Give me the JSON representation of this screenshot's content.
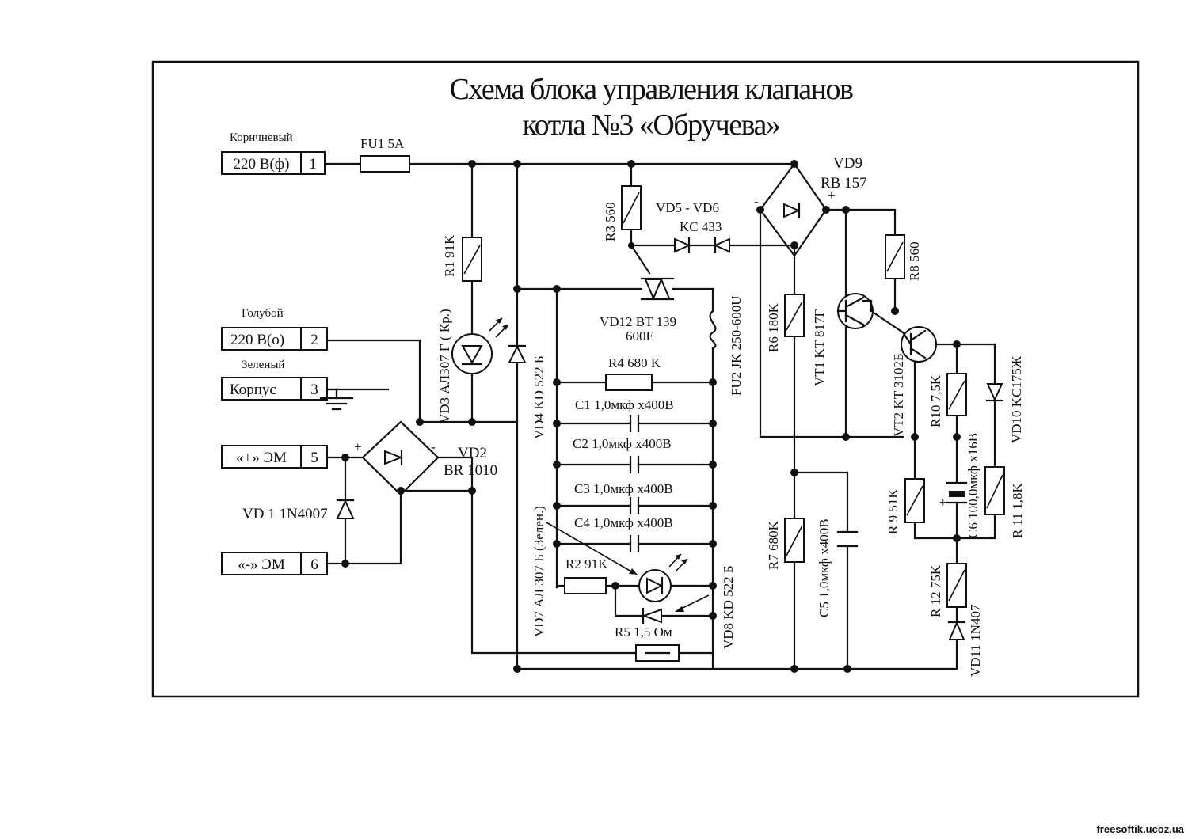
{
  "title": {
    "line1": "Схема блока управления клапанов",
    "line2": "котла №3 «Обручева»"
  },
  "terminals": [
    {
      "wire_label": "Корнчневый",
      "name": "220 В(ф)",
      "num": "1"
    },
    {
      "wire_label": "Голубой",
      "name": "220 В(о)",
      "num": "2"
    },
    {
      "wire_label": "Зеленый",
      "name": "Корпус",
      "num": "3"
    },
    {
      "wire_label": "",
      "name": "«+» ЭМ",
      "num": "5"
    },
    {
      "wire_label": "",
      "name": "«-» ЭМ",
      "num": "6"
    }
  ],
  "components": {
    "fu1": "FU1 5A",
    "vd9_name": "VD9",
    "vd9_type": "RB 157",
    "r3": "R3 560",
    "vd56_name": "VD5 - VD6",
    "vd56_type": "KC 433",
    "r1": "R1 91K",
    "vd3": "VD3  АЛ307 Г ( Кр.)",
    "vd4": "VD4  KD 522 Б",
    "vd12_name": "VD12 BT 139",
    "vd12_type": "600E",
    "fu2": "FU2  JK 250-600U",
    "r6": "R6 180K",
    "vt1": "VT1  KT 817Г",
    "r8": "R8 560",
    "vt2": "VT2  KT 3102Б",
    "vd10": "VD10  KC175Ж",
    "r10": "R10 7,5K",
    "r4": "R4 680 K",
    "c1": "C1  1,0мкф х400В",
    "c2": "C2  1,0мкф х400В",
    "c3": "C3  1,0мкф х400В",
    "c4": "C4  1,0мкф х400В",
    "vd2_name": "VD2",
    "vd2_type": "BR 1010",
    "vd1": "VD 1  1N4007",
    "vd7": "VD7  АЛ 307 Б (Зелен.)",
    "r2": "R2 91K",
    "r5": "R5  1,5  Ом",
    "vd8": "VD8  KD 522 Б",
    "r7": "R7 680K",
    "c5": "C5  1,0мкф х400В",
    "r9": "R 9  51K",
    "c6": "C6  100,0мкф х16В",
    "r11": "R 11  1,8K",
    "r12": "R 12  75K",
    "vd11": "VD11  1N407"
  },
  "signs": {
    "plus": "+",
    "minus": "-"
  },
  "watermark": "freesoftik.ucoz.ua"
}
